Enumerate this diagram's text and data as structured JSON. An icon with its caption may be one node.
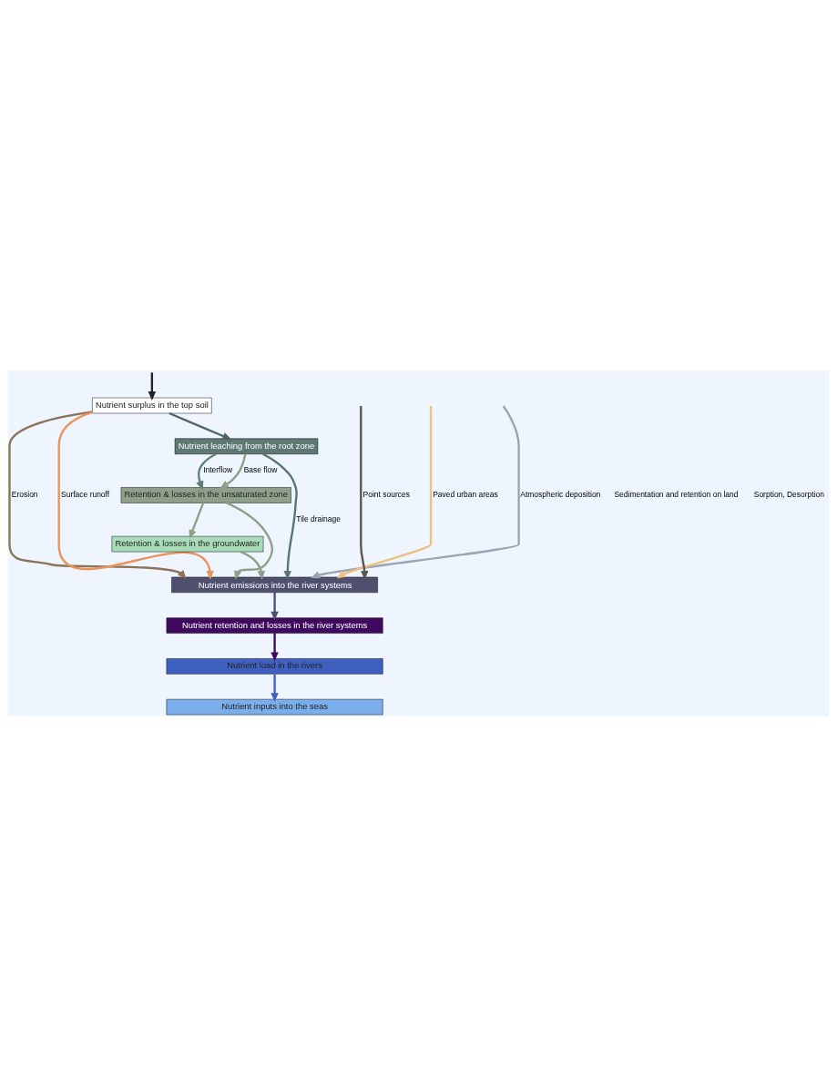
{
  "diagram": {
    "nodes": [
      {
        "text": [
          "Nutrient surplus in the top soil"
        ]
      },
      {
        "text": [
          "Nutrient leaching from the root zone"
        ]
      },
      {
        "text": [
          "Retention & losses in the unsaturated zone"
        ]
      },
      {
        "text": [
          "Retention & losses in the groundwater"
        ]
      },
      {
        "text": [
          "Nutrient emissions into the river systems"
        ]
      },
      {
        "text": [
          "Nutrient retention and losses in the river systems"
        ]
      },
      {
        "text": [
          "Nutrient load in the rivers"
        ]
      },
      {
        "text": [
          "Nutrient inputs into the seas"
        ]
      }
    ],
    "edges": [
      {
        "from": null,
        "to": 0,
        "arrow": "to",
        "color": "#222222"
      },
      {
        "from": 0,
        "to": 4,
        "arrow": "to",
        "label": "Erosion",
        "color": "#8b7355"
      },
      {
        "from": 0,
        "to": 4,
        "arrow": "to",
        "label": "Surface runoff",
        "color": "#e8945a"
      },
      {
        "from": 0,
        "to": 1,
        "arrow": "to",
        "color": "#4f6560"
      },
      {
        "from": 1,
        "to": 2,
        "arrow": "to",
        "label": "Base flow",
        "color": "#8fa08a"
      },
      {
        "from": 1,
        "to": 2,
        "arrow": "to",
        "label": "Interflow",
        "color": "#5e7f78"
      },
      {
        "from": 2,
        "to": 3,
        "arrow": "to",
        "color": "#8fa08a"
      },
      {
        "from": 2,
        "to": 4,
        "arrow": "to",
        "color": "#8fa08a"
      },
      {
        "from": 3,
        "to": 4,
        "arrow": "to",
        "color": "#8fa08a"
      },
      {
        "from": 1,
        "to": 4,
        "arrow": "to",
        "label": "Tile drainage",
        "color": "#5a7470"
      },
      {
        "from": null,
        "to": 4,
        "arrow": "to",
        "label": "Atmospheric deposition",
        "color": "#9aa5b1"
      },
      {
        "from": null,
        "to": 4,
        "arrow": "to",
        "label": "Paved urban areas",
        "color": "#f0c080"
      },
      {
        "from": null,
        "to": 4,
        "arrow": "to",
        "label": "Point sources",
        "color": "#5a5550"
      },
      {
        "from": 4,
        "to": 5,
        "arrow": "to",
        "color": "#4f4f6e"
      },
      {
        "from": 5,
        "to": 6,
        "arrow": "to",
        "color": "#3f0a5e"
      },
      {
        "from": 6,
        "to": 7,
        "arrow": "to",
        "color": "#4060c0"
      }
    ],
    "labels": [
      "Sedimentation and retention on land",
      "Sorption, Desorption"
    ]
  }
}
